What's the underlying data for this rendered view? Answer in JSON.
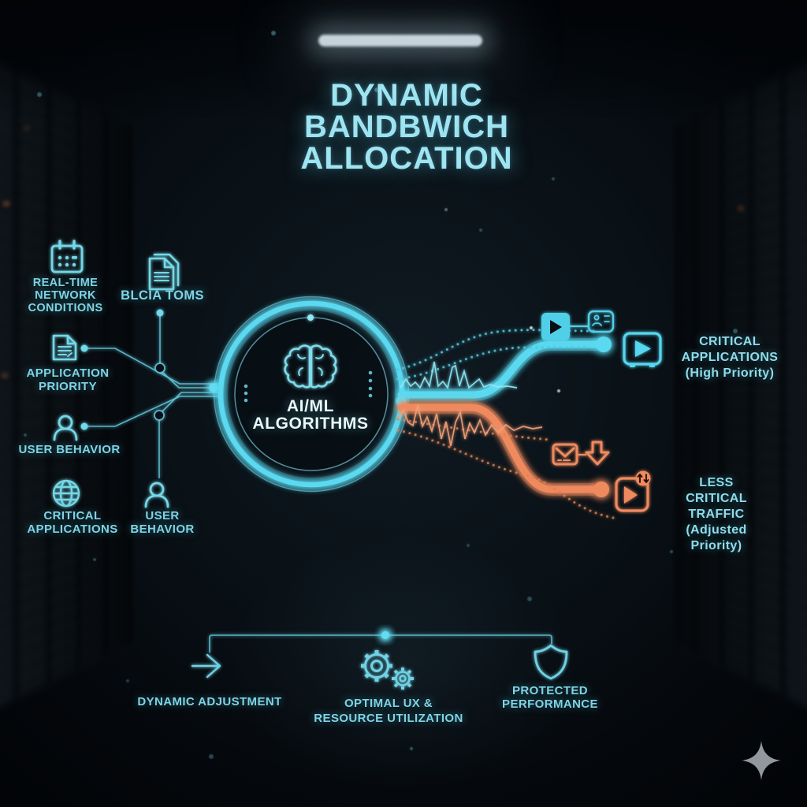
{
  "title": "DYNAMIC\nBANDBWICH ALLOCATION",
  "inputs": {
    "realtime": {
      "label": "REAL-TIME\nNETWORK\nCONDITIONS",
      "icon": "calendar-icon"
    },
    "blcia": {
      "label": "BLCIA TOMS",
      "icon": "documents-icon"
    },
    "app_priority": {
      "label": "APPLICATION\nPRIORITY",
      "icon": "document-icon"
    },
    "user_behavior": {
      "label": "USER BEHAVIOR",
      "icon": "user-icon"
    },
    "critical_apps": {
      "label": "CRITICAL\nAPPLICATIONS",
      "icon": "globe-icon"
    },
    "user_behavior_2": {
      "label": "USER\nBEHAVIOR",
      "icon": "user-icon"
    }
  },
  "core": {
    "label": "AI/ML\nALGORITHMS",
    "icon": "brain-icon"
  },
  "outputs": {
    "high_priority": {
      "label": "CRITICAL APPLICATIONS\n(High Priority)",
      "icon": "video-player-icon",
      "color": "#56d6f0"
    },
    "adjusted_priority": {
      "label": "LESS CRITICAL TRAFFIC\n(Adjusted Priority)",
      "icon": "video-adjust-icon",
      "color": "#f0875c"
    }
  },
  "footer": {
    "dynamic_adjustment": {
      "label": "DYNAMIC ADJUSTMENT",
      "icon": "arrow-right-icon"
    },
    "optimal_ux": {
      "label": "OPTIMAL UX &\nRESOURCE UTILIZATION",
      "icon": "gears-icon"
    },
    "protected": {
      "label": "PROTECTED\nPERFORMANCE",
      "icon": "shield-icon"
    }
  },
  "colors": {
    "cyan": "#56d6f0",
    "cyan_text": "#8fdcec",
    "orange": "#f0875c",
    "background": "#070c11"
  }
}
